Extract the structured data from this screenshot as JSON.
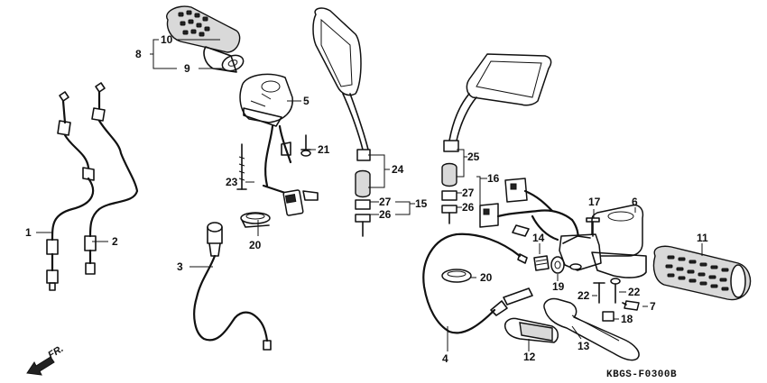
{
  "labels": {
    "l1": "1",
    "l2": "2",
    "l3": "3",
    "l4": "4",
    "l5": "5",
    "l6": "6",
    "l7": "7",
    "l8": "8",
    "l9": "9",
    "l10": "10",
    "l11": "11",
    "l12": "12",
    "l13": "13",
    "l14": "14",
    "l15": "15",
    "l16": "16",
    "l17": "17",
    "l18": "18",
    "l19": "19",
    "l20a": "20",
    "l20b": "20",
    "l21": "21",
    "l22a": "22",
    "l22b": "22",
    "l23": "23",
    "l24": "24",
    "l25": "25",
    "l26a": "26",
    "l26b": "26",
    "l27a": "27",
    "l27b": "27"
  },
  "diagram_code": "KBGS-F0300B",
  "front_marker": "FR."
}
